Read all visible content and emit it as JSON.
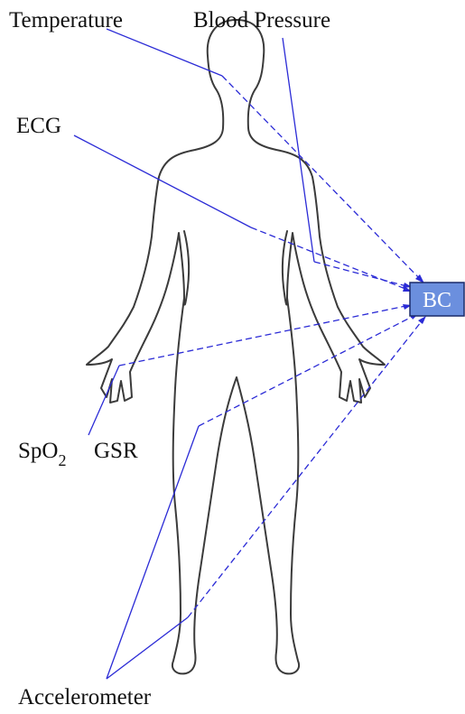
{
  "labels": {
    "temperature": "Temperature",
    "blood_pressure": "Blood Pressure",
    "ecg": "ECG",
    "spo2_main": "SpO",
    "spo2_sub": "2",
    "gsr": "GSR",
    "accelerometer": "Accelerometer"
  },
  "hub": {
    "label": "BC",
    "fill": "#6b8fde",
    "stroke": "#1a2a6a"
  },
  "colors": {
    "connector": "#2b2bd6",
    "outline": "#3b3b3b"
  }
}
